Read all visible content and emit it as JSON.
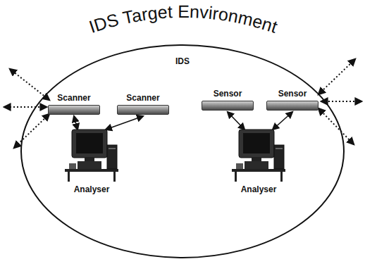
{
  "diagram": {
    "title": "IDS Target Environment",
    "nodes": [
      {
        "text": [
          "IDS"
        ]
      },
      {
        "text": [
          "Scanner"
        ],
        "in": 0
      },
      {
        "text": [
          "Scanner"
        ],
        "in": 0
      },
      {
        "text": [
          "Sensor"
        ],
        "in": 0
      },
      {
        "text": [
          "Sensor"
        ],
        "in": 0
      },
      {
        "text": [
          "Analyser"
        ],
        "in": 0
      },
      {
        "text": [
          "Analyser"
        ],
        "in": 0
      }
    ],
    "edges": [
      {
        "from": 1,
        "to": 5,
        "arrow": "both"
      },
      {
        "from": 2,
        "to": 5,
        "arrow": "both"
      },
      {
        "from": 3,
        "to": 6,
        "arrow": "both"
      },
      {
        "from": 4,
        "to": 6,
        "arrow": "both"
      }
    ]
  }
}
